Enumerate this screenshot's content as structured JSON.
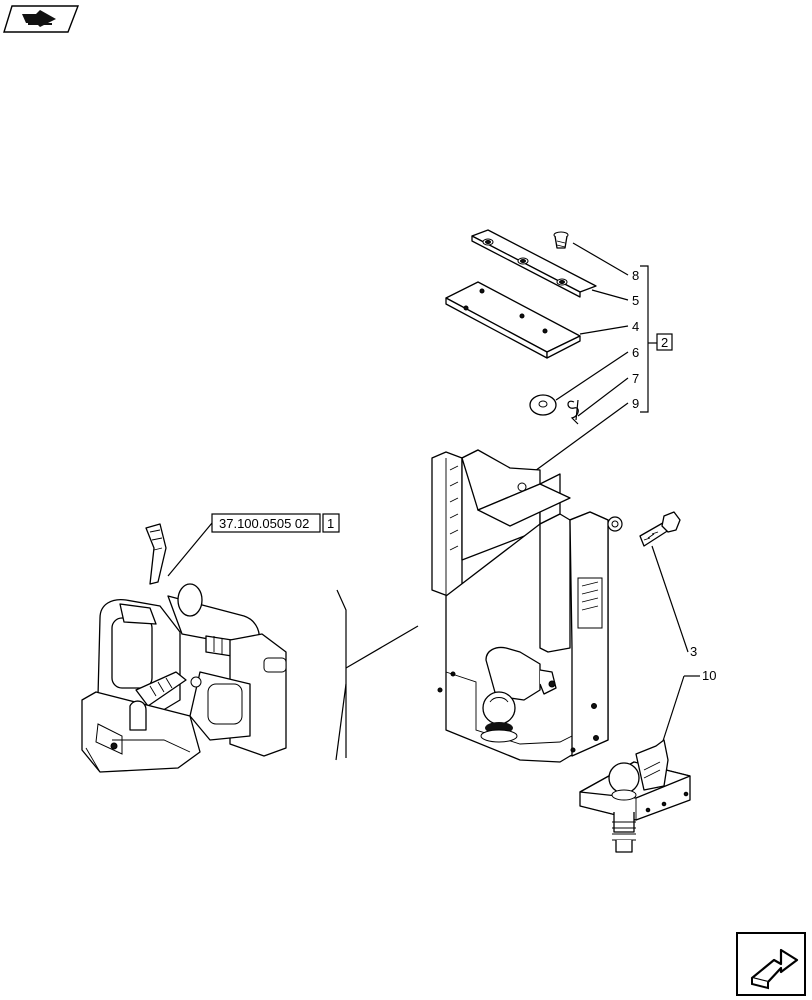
{
  "callouts": {
    "c8": "8",
    "c5": "5",
    "c4": "4",
    "c6": "6",
    "c7": "7",
    "c9": "9",
    "c3": "3",
    "c10": "10",
    "kit": "2",
    "ref_code": "37.100.0505 02",
    "ref_box": "1"
  },
  "icons": {
    "top_left": "previous-page-icon",
    "bottom_right": "next-page-icon"
  }
}
